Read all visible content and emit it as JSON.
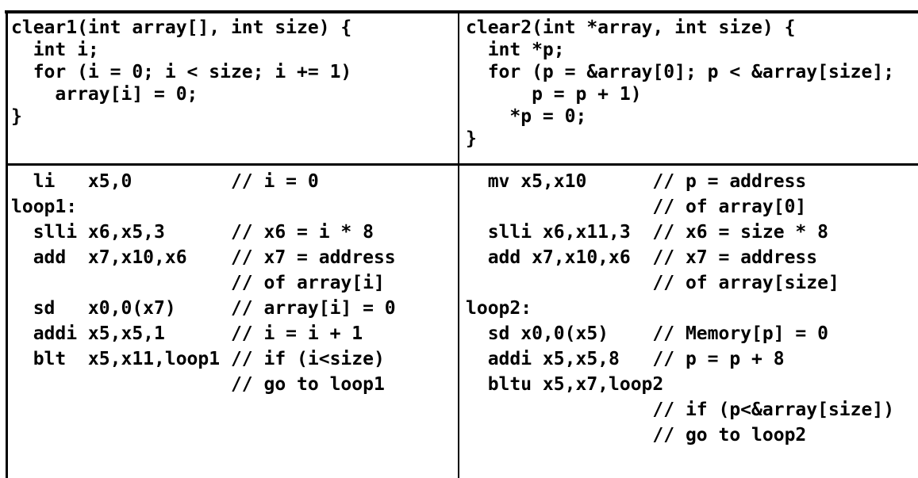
{
  "figure": {
    "description": "code-comparison-table",
    "colors": {
      "background": "#ffffff",
      "border": "#000000",
      "text": "#000000"
    },
    "table": {
      "top_left_c_code": {
        "function_name": "clear1",
        "lines": [
          "clear1(int array[], int size) {",
          "  int i;",
          "  for (i = 0; i < size; i += 1)",
          "    array[i] = 0;",
          "}"
        ]
      },
      "top_right_c_code": {
        "function_name": "clear2",
        "lines": [
          "clear2(int *array, int size) {",
          "  int *p;",
          "  for (p = &array[0]; p < &array[size];",
          "      p = p + 1)",
          "    *p = 0;",
          "}"
        ]
      },
      "bottom_left_assembly": {
        "label": "loop1",
        "lines": [
          "  li   x5,0         // i = 0",
          "loop1:",
          "  slli x6,x5,3      // x6 = i * 8",
          "  add  x7,x10,x6    // x7 = address",
          "                    // of array[i]",
          "  sd   x0,0(x7)     // array[i] = 0",
          "  addi x5,x5,1      // i = i + 1",
          "  blt  x5,x11,loop1 // if (i<size)",
          "                    // go to loop1"
        ]
      },
      "bottom_right_assembly": {
        "label": "loop2",
        "lines": [
          "  mv x5,x10      // p = address",
          "                 // of array[0]",
          "  slli x6,x11,3  // x6 = size * 8",
          "  add x7,x10,x6  // x7 = address",
          "                 // of array[size]",
          "loop2:",
          "  sd x0,0(x5)    // Memory[p] = 0",
          "  addi x5,x5,8   // p = p + 8",
          "  bltu x5,x7,loop2",
          "                 // if (p<&array[size])",
          "                 // go to loop2"
        ]
      }
    }
  }
}
